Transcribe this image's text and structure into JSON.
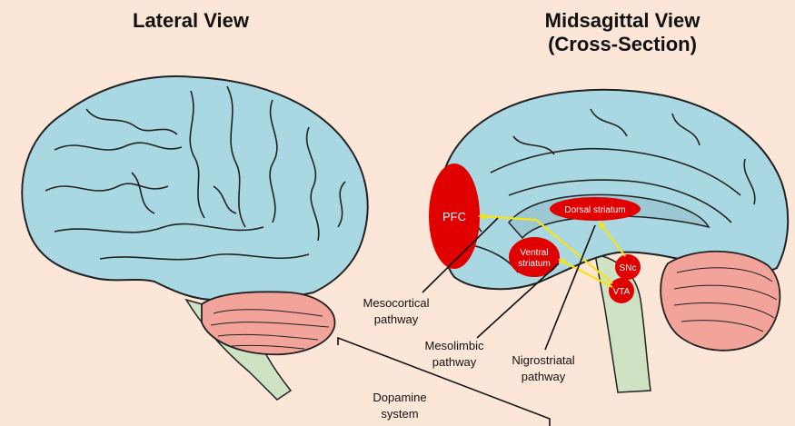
{
  "titles": {
    "lateral": "Lateral View",
    "midsagittal_line1": "Midsagittal View",
    "midsagittal_line2": "(Cross-Section)"
  },
  "regions": {
    "pfc": "PFC",
    "dorsal_striatum": "Dorsal striatum",
    "ventral_striatum_line1": "Ventral",
    "ventral_striatum_line2": "striatum",
    "snc": "SNc",
    "vta": "VTA"
  },
  "pathways": {
    "mesocortical_line1": "Mesocortical",
    "mesocortical_line2": "pathway",
    "mesolimbic_line1": "Mesolimbic",
    "mesolimbic_line2": "pathway",
    "nigrostriatal_line1": "Nigrostriatal",
    "nigrostriatal_line2": "pathway"
  },
  "system": {
    "line1": "Dopamine",
    "line2": "system"
  },
  "colors": {
    "background": "#fbe6d8",
    "cortex": "#a9d8e2",
    "cerebellum": "#f2a39a",
    "brainstem": "#cfe3c4",
    "region_red": "#e00000",
    "arrow_yellow": "#f7e417"
  }
}
